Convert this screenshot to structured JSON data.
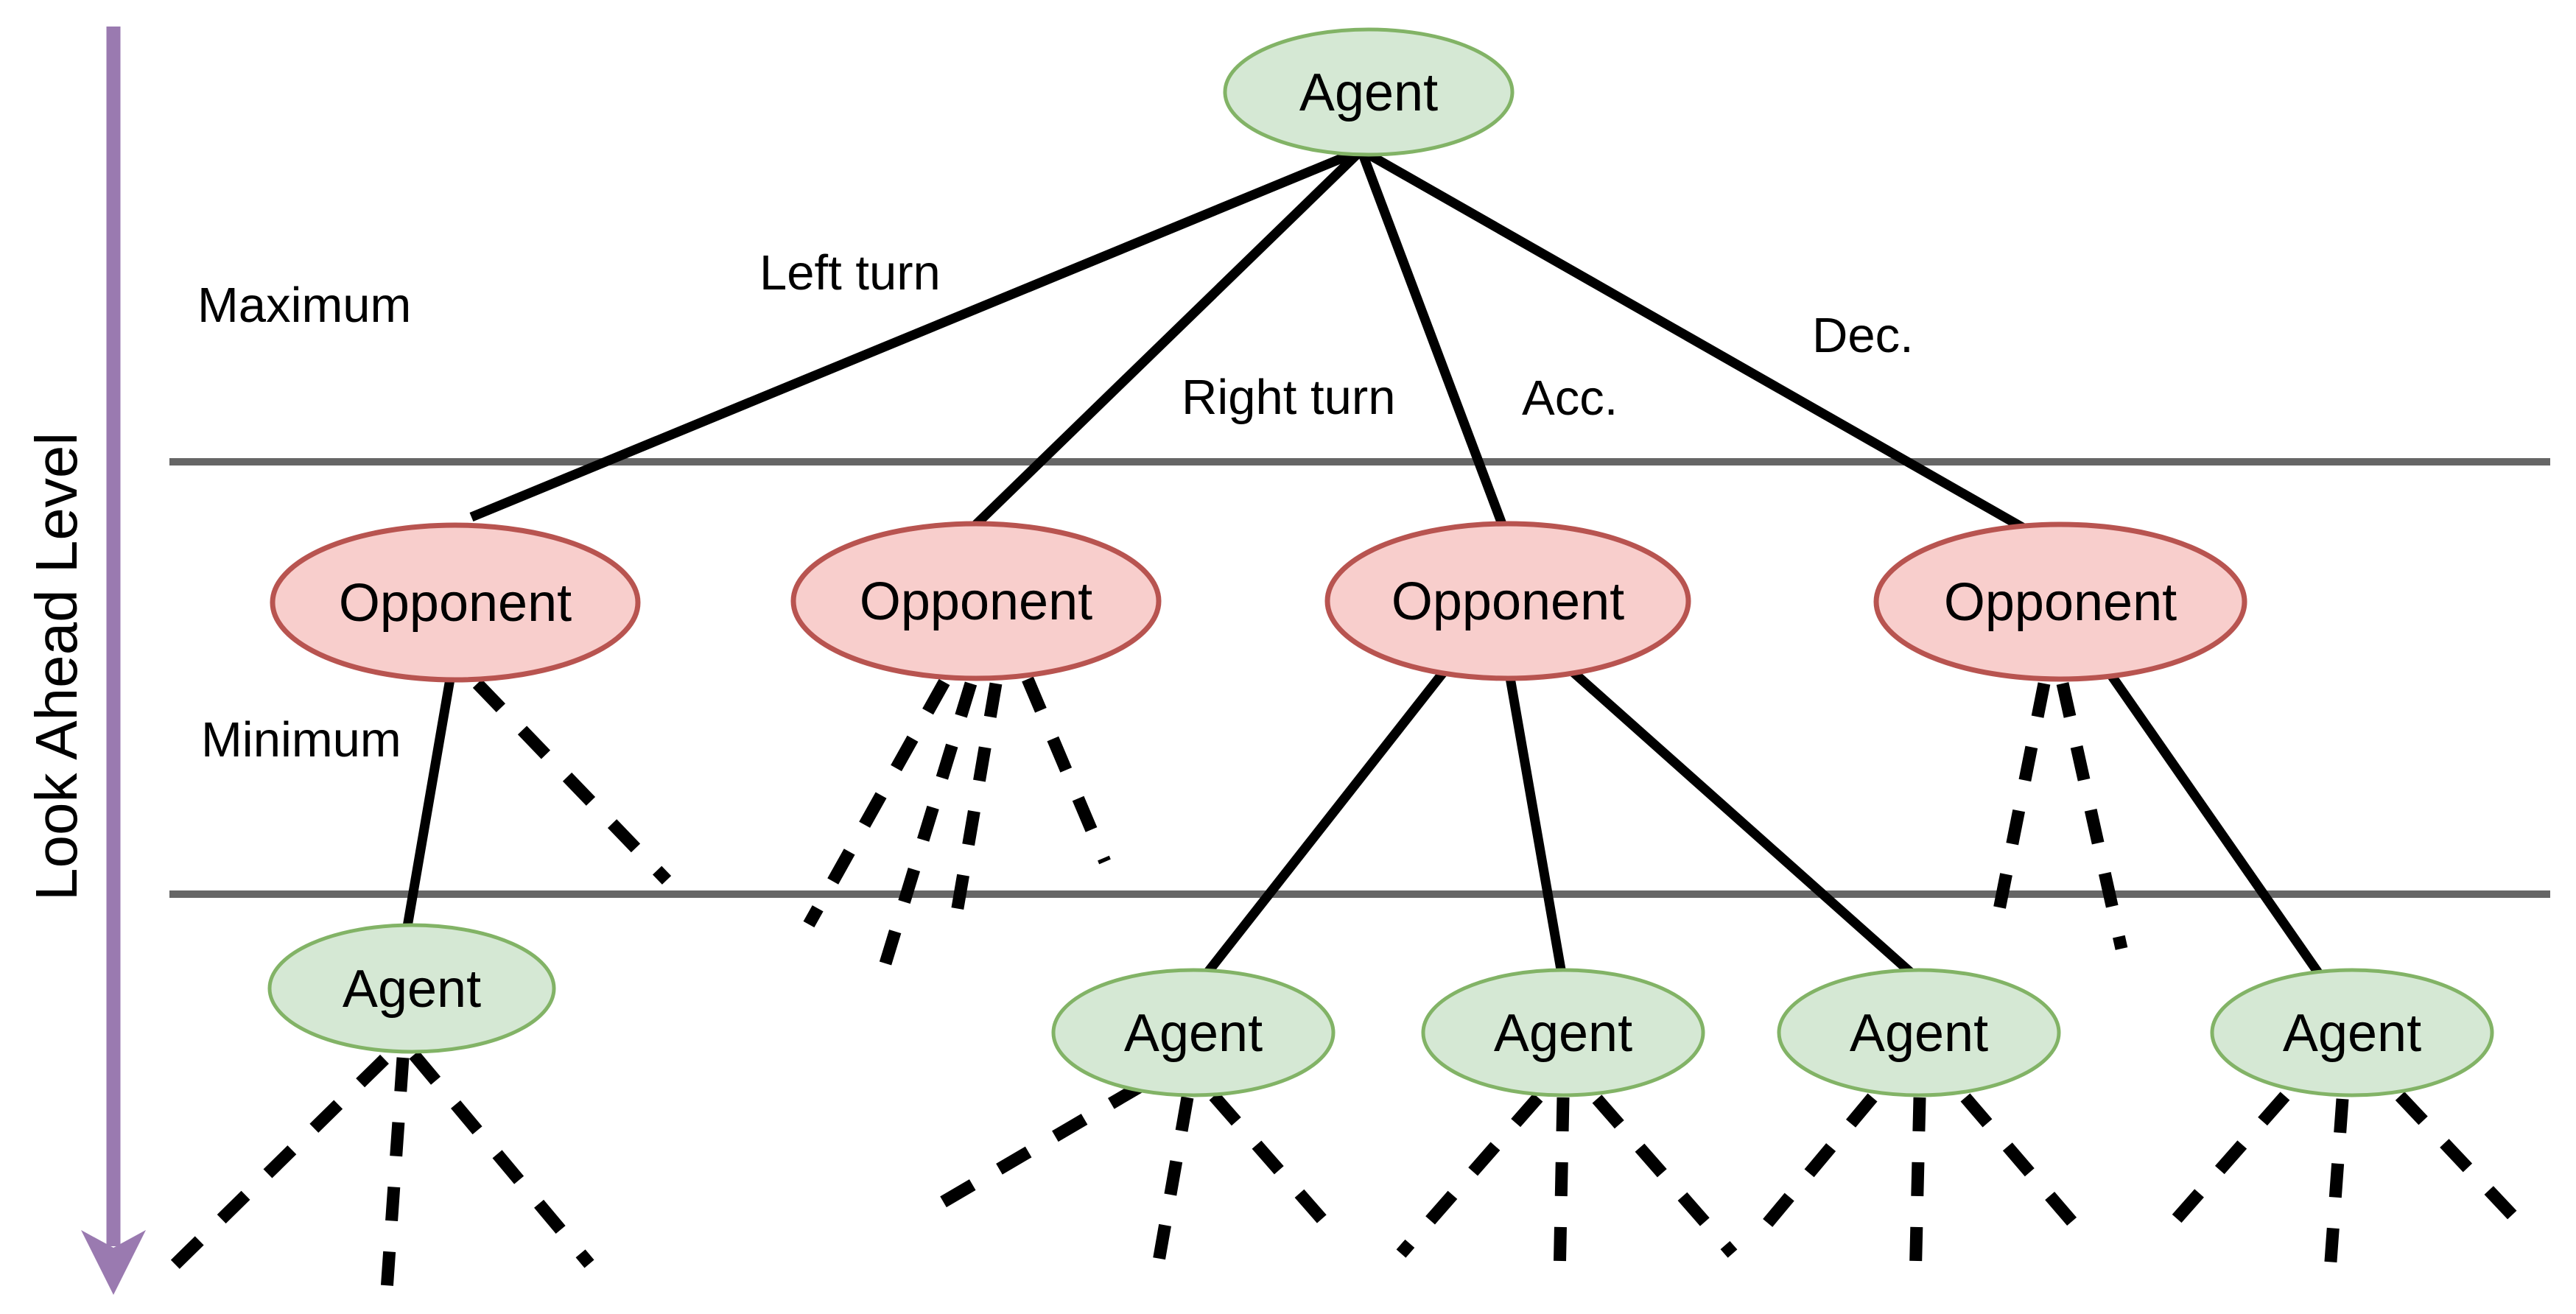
{
  "axis": {
    "label": "Look Ahead Level"
  },
  "levels": {
    "maximum": "Maximum",
    "minimum": "Minimum"
  },
  "edge_labels": {
    "left_turn": "Left turn",
    "right_turn": "Right turn",
    "acc": "Acc.",
    "dec": "Dec."
  },
  "nodes": {
    "root": {
      "label": "Agent"
    },
    "opponents": [
      {
        "label": "Opponent"
      },
      {
        "label": "Opponent"
      },
      {
        "label": "Opponent"
      },
      {
        "label": "Opponent"
      }
    ],
    "agents": [
      {
        "label": "Agent"
      },
      {
        "label": "Agent"
      },
      {
        "label": "Agent"
      },
      {
        "label": "Agent"
      },
      {
        "label": "Agent"
      }
    ]
  },
  "colors": {
    "agent_fill": "#d5e8d4",
    "agent_stroke": "#82b366",
    "opponent_fill": "#f8cecc",
    "opponent_stroke": "#b85450",
    "arrow": "#9a7ab0",
    "separator": "#666666",
    "edge": "#000000",
    "text": "#000000",
    "background": "#ffffff"
  }
}
